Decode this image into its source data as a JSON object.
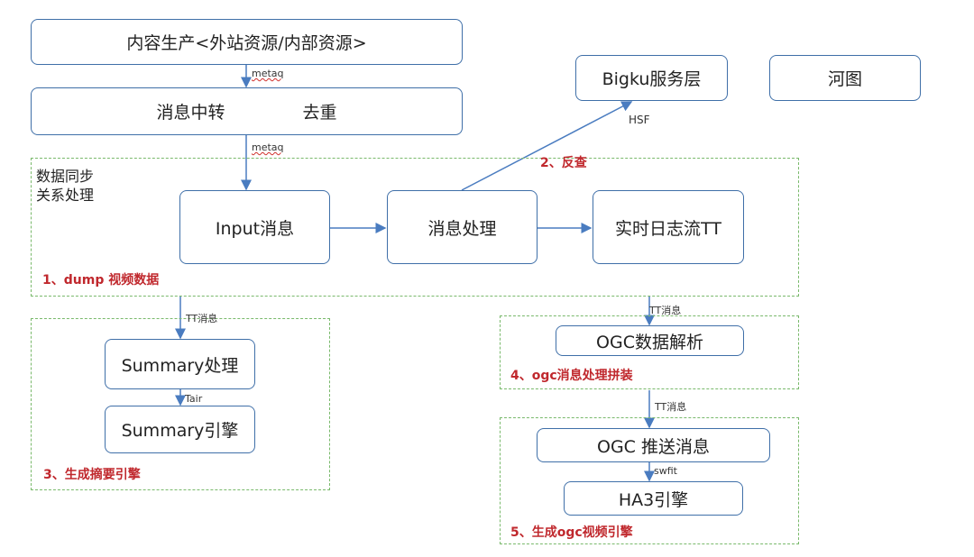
{
  "nodes": {
    "content": "内容生产<外站资源/内部资源>",
    "relay": "消息中转",
    "dedup": "去重",
    "bigku": "Bigku服务层",
    "hetu": "河图",
    "input": "Input消息",
    "process": "消息处理",
    "tt": "实时日志流TT",
    "summary_proc": "Summary处理",
    "summary_engine": "Summary引擎",
    "ogc_parse": "OGC数据解析",
    "ogc_push": "OGC 推送消息",
    "ha3": "HA3引擎"
  },
  "groups": {
    "sync_title_1": "数据同步",
    "sync_title_2": "关系处理",
    "sync_step": "1、dump 视频数据",
    "summary_step": "3、生成摘要引擎",
    "ogc_step": "4、ogc消息处理拼装",
    "ogc_engine_step": "5、生成ogc视频引擎"
  },
  "edges": {
    "metaq_1": "metaq",
    "metaq_2": "metaq",
    "hsf": "HSF",
    "lookup": "2、反查",
    "tt_msg_1": "TT消息",
    "tt_msg_2": "TT消息",
    "tt_msg_3": "TT消息",
    "tair": "Tair",
    "swfit": "swfit"
  },
  "colors": {
    "box_border": "#3f6fa8",
    "arrow": "#4a7cc0",
    "group_border": "#79b96b",
    "step_label": "#c0282d"
  }
}
